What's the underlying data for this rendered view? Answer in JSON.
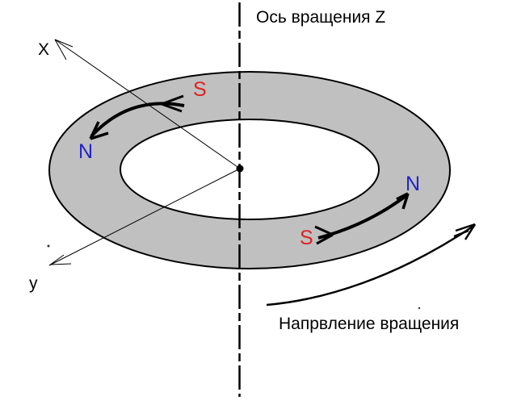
{
  "diagram": {
    "axis_z_label": "Ось вращения Z",
    "axis_x_label": "X",
    "axis_y_label": "y",
    "rotation_direction_label": "Напрвление вращения",
    "magnet_left": {
      "north": "N",
      "south": "S"
    },
    "magnet_right": {
      "north": "N",
      "south": "S"
    },
    "colors": {
      "ring_fill": "#c0c0c0",
      "outline": "#000000",
      "north_label": "#2222cc",
      "south_label": "#dd2222",
      "background": "#ffffff"
    }
  }
}
